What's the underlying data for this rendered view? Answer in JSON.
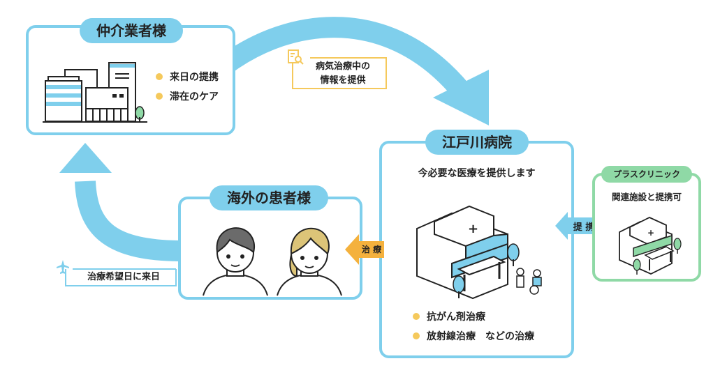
{
  "colors": {
    "blue": "#7fcfec",
    "green": "#8fd9a6",
    "yellow": "#f5c95c",
    "orange": "#f4b13d"
  },
  "broker": {
    "title": "仲介業者様",
    "bullets": [
      "来日の提携",
      "滞在のケア"
    ]
  },
  "info_note": {
    "icon": "document-search-icon",
    "lines": [
      "病気治療中の",
      "情報を提供"
    ]
  },
  "hospital": {
    "title": "江戸川病院",
    "subtitle": "今必要な医療を提供します",
    "bullets": [
      "抗がん剤治療",
      "放射線治療　などの治療"
    ]
  },
  "clinic": {
    "title": "プラスクリニック",
    "subtitle": "関連施設と提携可"
  },
  "partner_arrow": {
    "label": "提 携"
  },
  "treatment_arrow": {
    "label": "治 療"
  },
  "patients": {
    "title": "海外の患者様"
  },
  "arrival_note": {
    "icon": "airplane-icon",
    "label": "治療希望日に来日"
  }
}
